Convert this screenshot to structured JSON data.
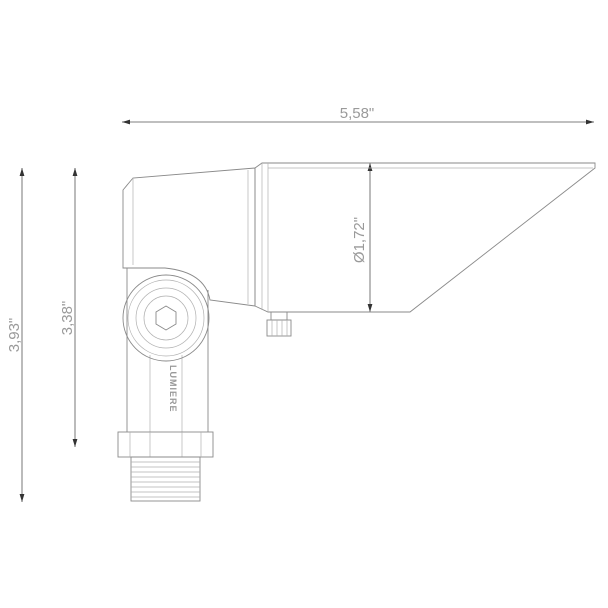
{
  "drawing": {
    "dimensions": {
      "overall_length": "5,58\"",
      "overall_height": "3,93\"",
      "body_height": "3,38\"",
      "shroud_diameter": "Ø1,72\""
    },
    "brand_emboss": "LUMIERE",
    "colors": {
      "line": "#8a8a8a",
      "dimension": "#555555",
      "label": "#9a9a9a"
    }
  }
}
